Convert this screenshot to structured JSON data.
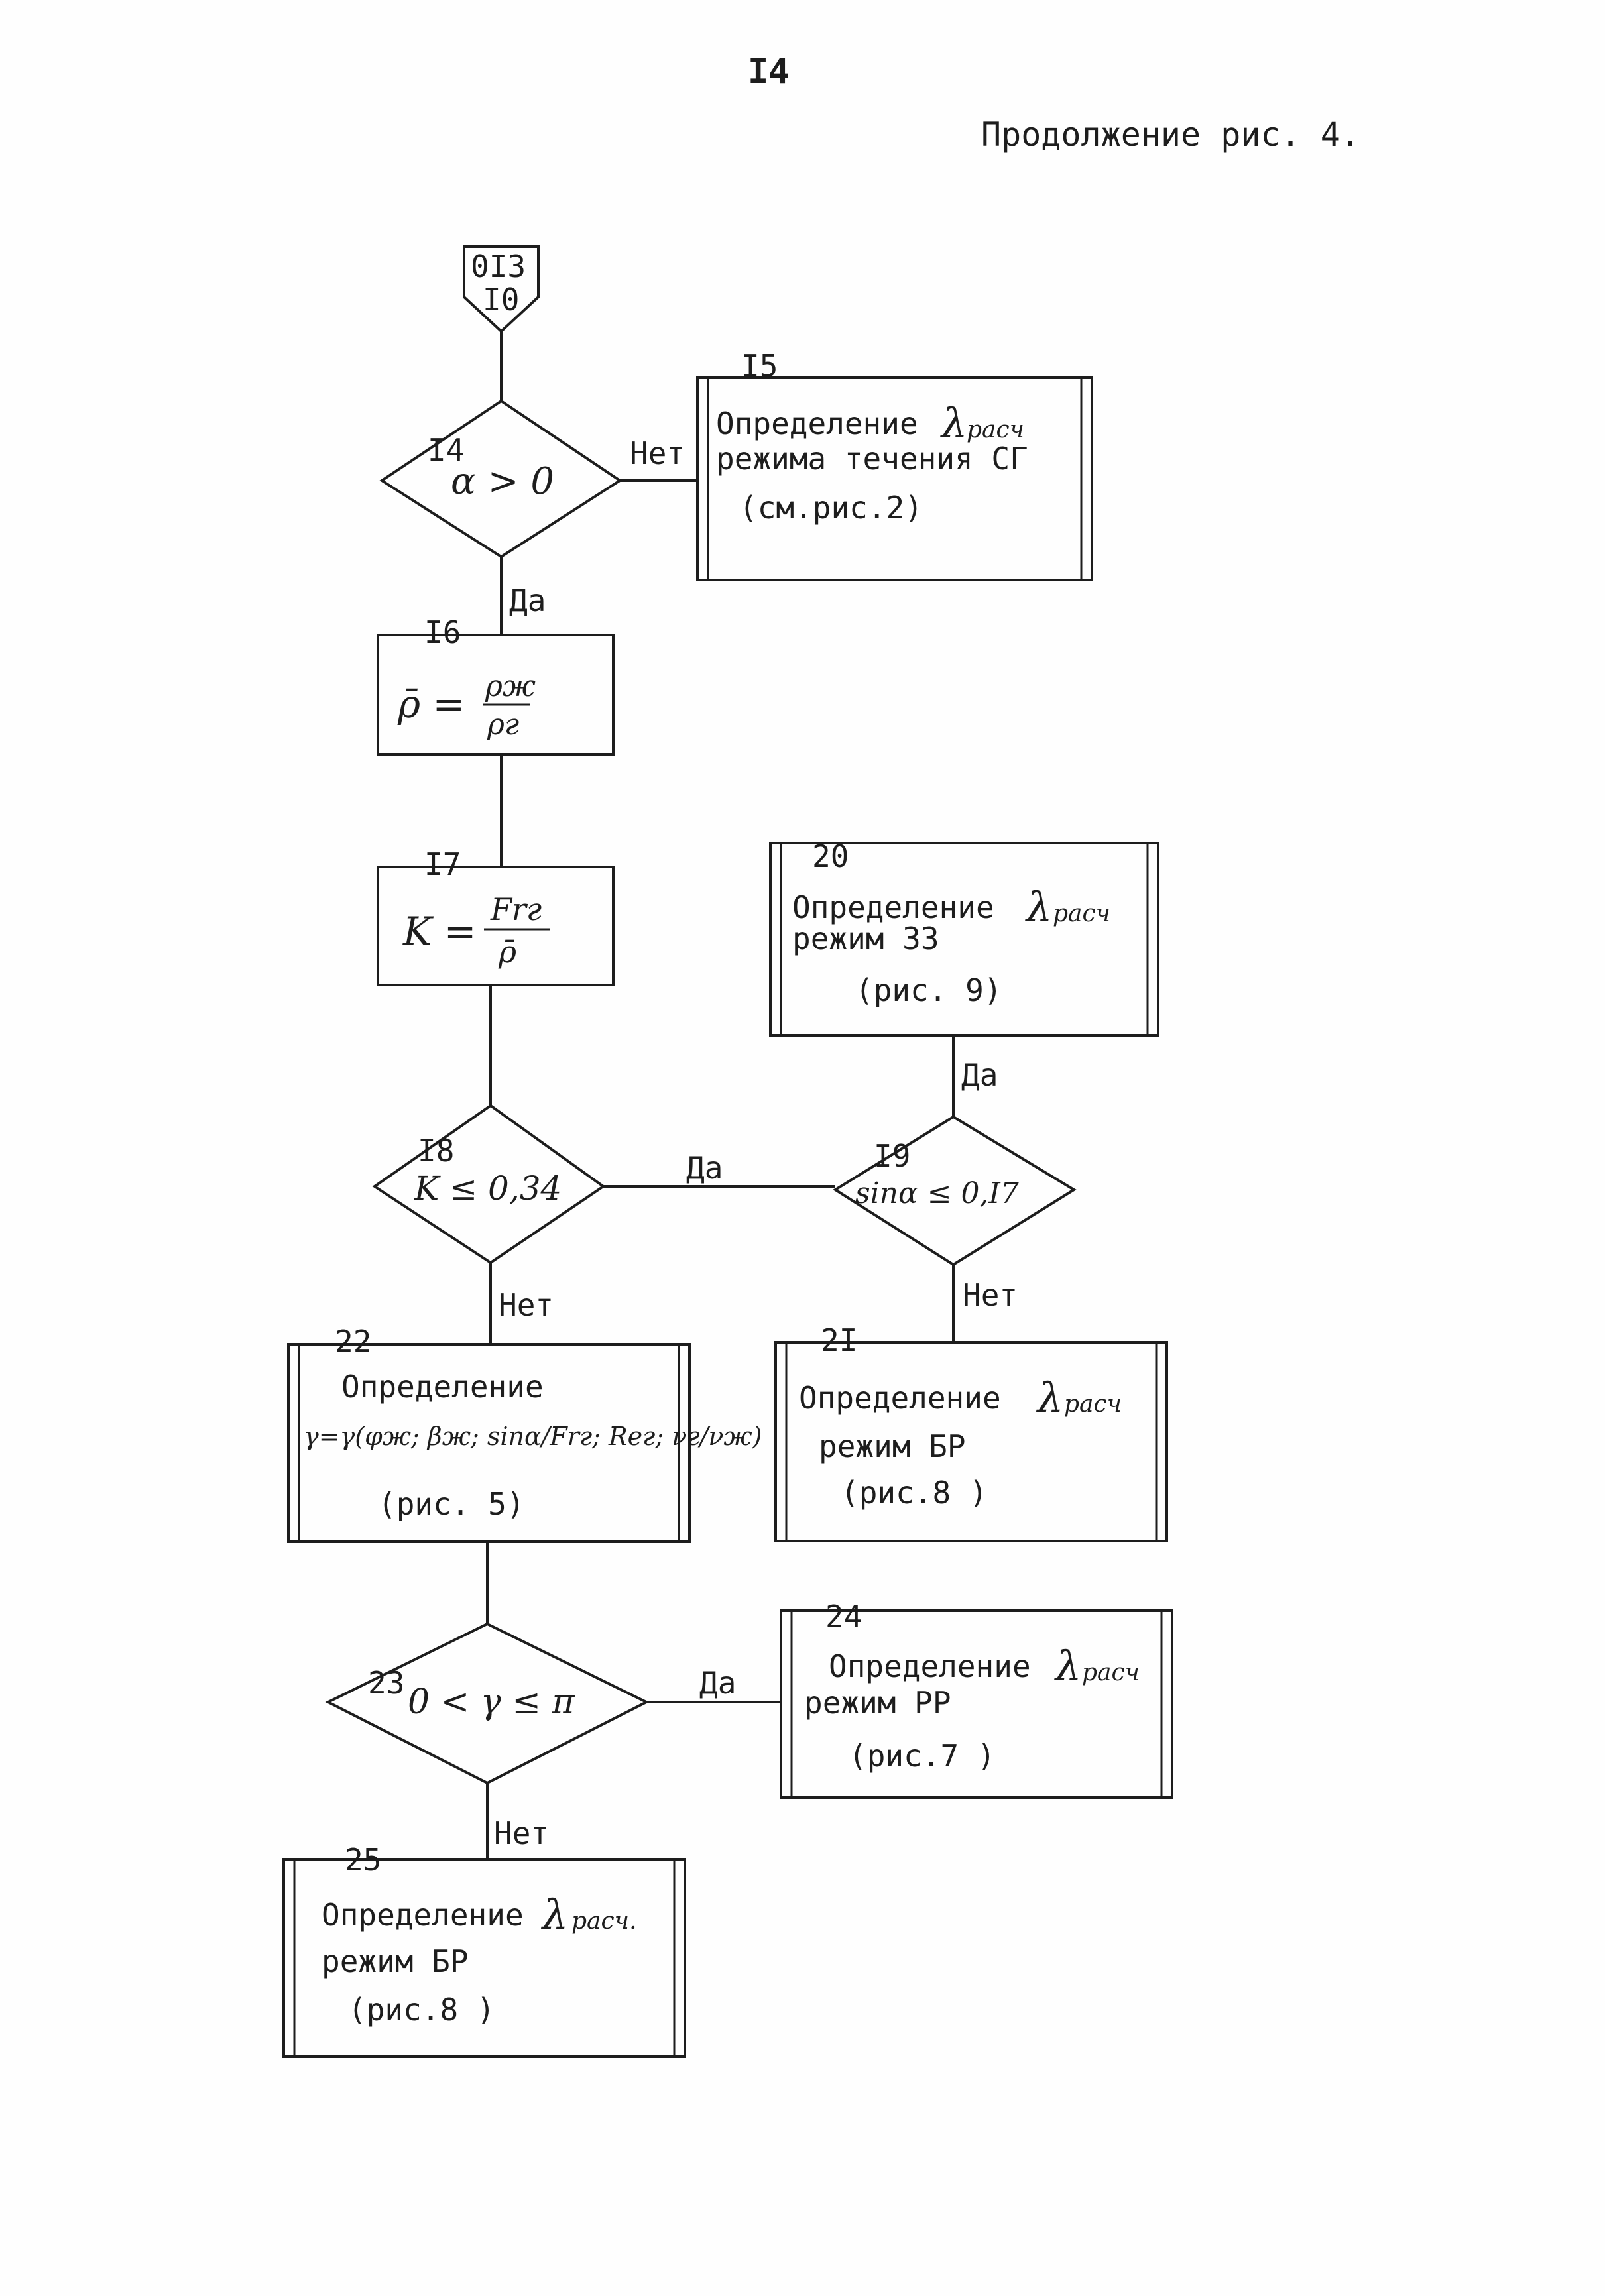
{
  "page_number": "I4",
  "caption": "Продолжение рис. 4.",
  "connector": {
    "line1": "0I3",
    "line2": "I0"
  },
  "blocks": {
    "b14": {
      "num": "I4",
      "expr": "α > 0"
    },
    "b15": {
      "num": "I5",
      "line1": "Определение",
      "lambda": "λ",
      "sub": "расч",
      "line2": "режима течения СГ",
      "line3": "(см.рис.2)"
    },
    "b16": {
      "num": "I6",
      "lhs": "ρ̄ =",
      "num_expr": "ρж",
      "den_expr": "ρг"
    },
    "b17": {
      "num": "I7",
      "lhs": "K =",
      "num_expr": "Frг",
      "den_expr": "ρ̄"
    },
    "b18": {
      "num": "I8",
      "expr": "K ≤ 0,34"
    },
    "b19": {
      "num": "I9",
      "expr": "sinα ≤ 0,I7"
    },
    "b20": {
      "num": "20",
      "line1": "Определение",
      "lambda": "λ",
      "sub": "расч",
      "line2": "режим  ЗЗ",
      "line3": "(рис. 9)"
    },
    "b21": {
      "num": "2I",
      "line1": "Определение",
      "lambda": "λ",
      "sub": "расч",
      "line2": "режим БР",
      "line3": "(рис.8 )"
    },
    "b22": {
      "num": "22",
      "line1": "Определение",
      "formula": "γ=γ(φж; βж; sinα/Frг; Reг; νг/νж)",
      "line3": "(рис. 5)"
    },
    "b23": {
      "num": "23",
      "expr": "0 < γ ≤ π"
    },
    "b24": {
      "num": "24",
      "line1": "Определение",
      "lambda": "λ",
      "sub": "расч",
      "line2": "режим РР",
      "line3": "(рис.7 )"
    },
    "b25": {
      "num": "25",
      "line1": "Определение",
      "lambda": "λ",
      "sub": "расч.",
      "line2": "режим БР",
      "line3": "(рис.8 )"
    }
  },
  "edges": {
    "no_14_15": "Нет",
    "yes_14_16": "Да",
    "yes_18_19": "Да",
    "yes_19_20": "Да",
    "no_19_21": "Нет",
    "no_18_22": "Нет",
    "yes_23_24": "Да",
    "no_23_25": "Нет"
  },
  "colors": {
    "ink": "#1d1d1d",
    "paper": "#fefefe"
  }
}
